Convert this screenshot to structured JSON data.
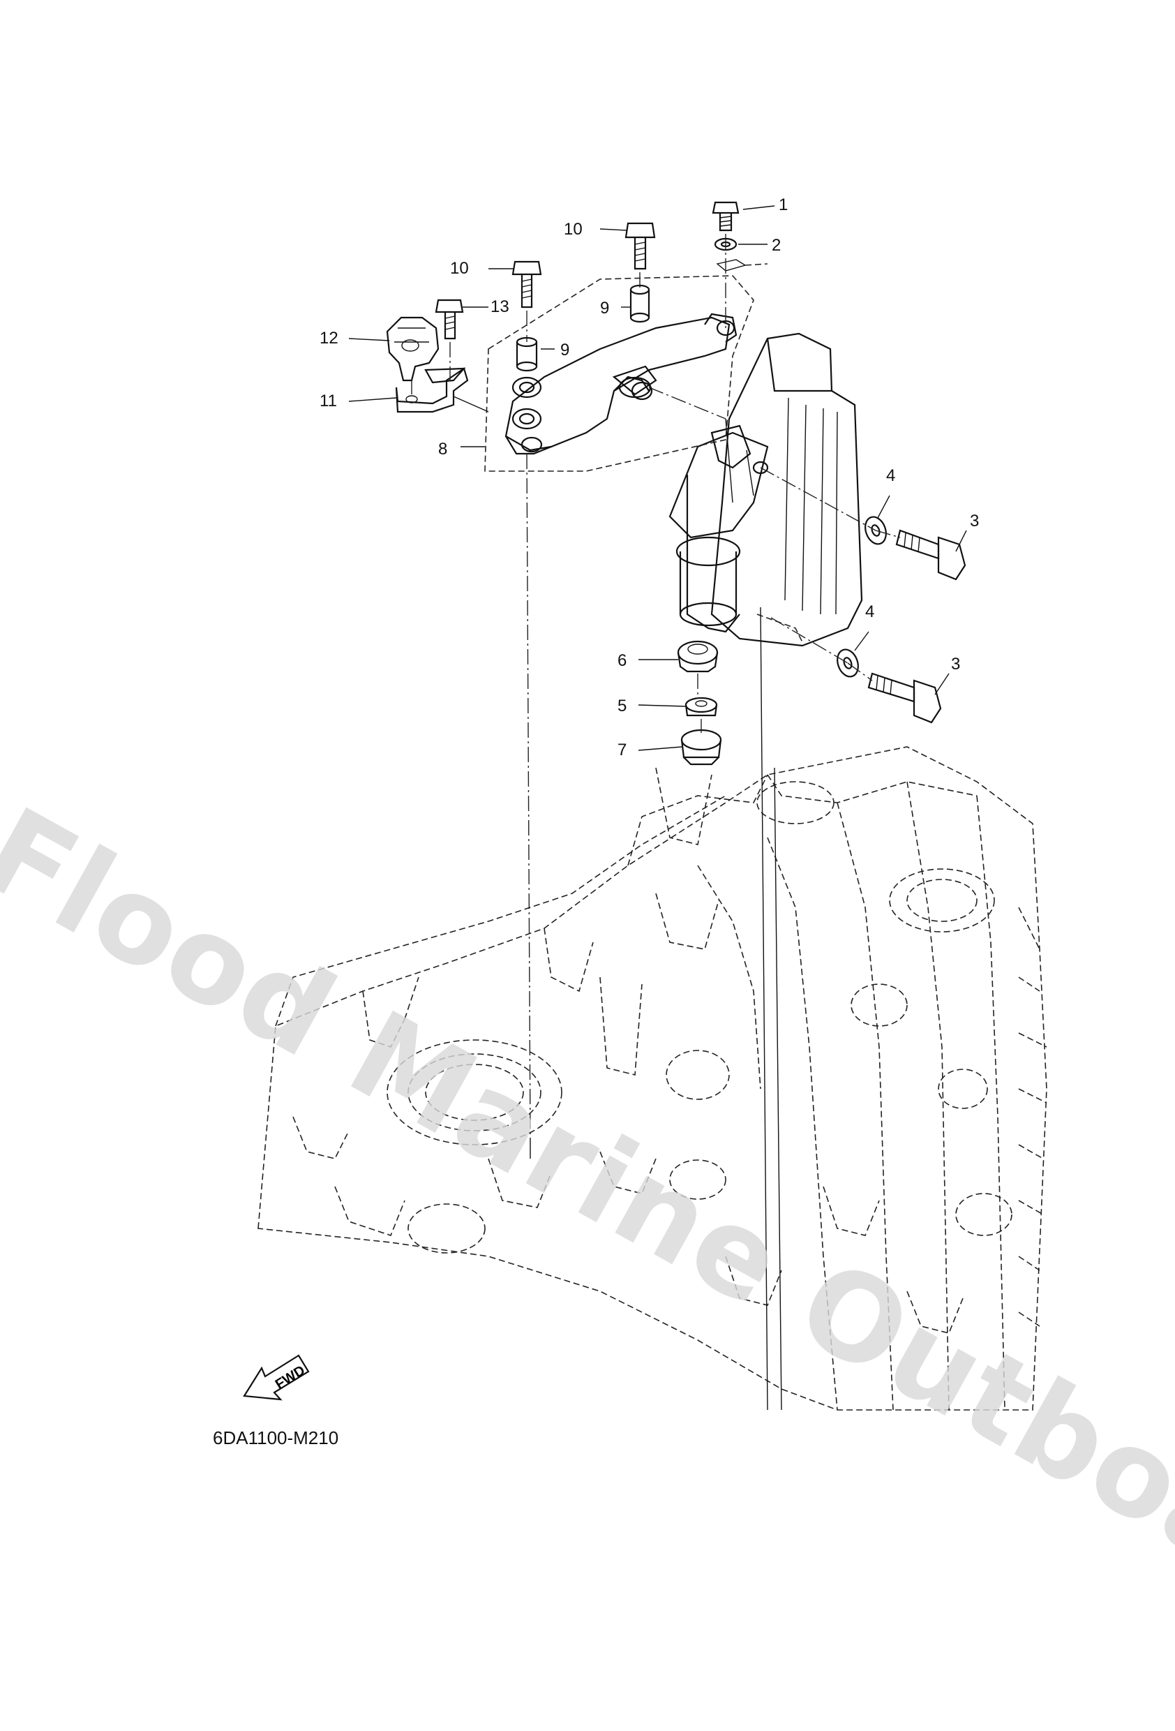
{
  "watermark": {
    "text": "Flood Marine Outboards"
  },
  "diagram_code": "6DA1100-M210",
  "fwd_label": "FWD",
  "callouts": [
    {
      "id": "c1",
      "text": "1"
    },
    {
      "id": "c2",
      "text": "2"
    },
    {
      "id": "c3a",
      "text": "3"
    },
    {
      "id": "c3b",
      "text": "3"
    },
    {
      "id": "c4a",
      "text": "4"
    },
    {
      "id": "c4b",
      "text": "4"
    },
    {
      "id": "c5",
      "text": "5"
    },
    {
      "id": "c6",
      "text": "6"
    },
    {
      "id": "c7",
      "text": "7"
    },
    {
      "id": "c8",
      "text": "8"
    },
    {
      "id": "c9a",
      "text": "9"
    },
    {
      "id": "c9b",
      "text": "9"
    },
    {
      "id": "c10a",
      "text": "10"
    },
    {
      "id": "c10b",
      "text": "10"
    },
    {
      "id": "c11",
      "text": "11"
    },
    {
      "id": "c12",
      "text": "12"
    },
    {
      "id": "c13",
      "text": "13"
    }
  ]
}
